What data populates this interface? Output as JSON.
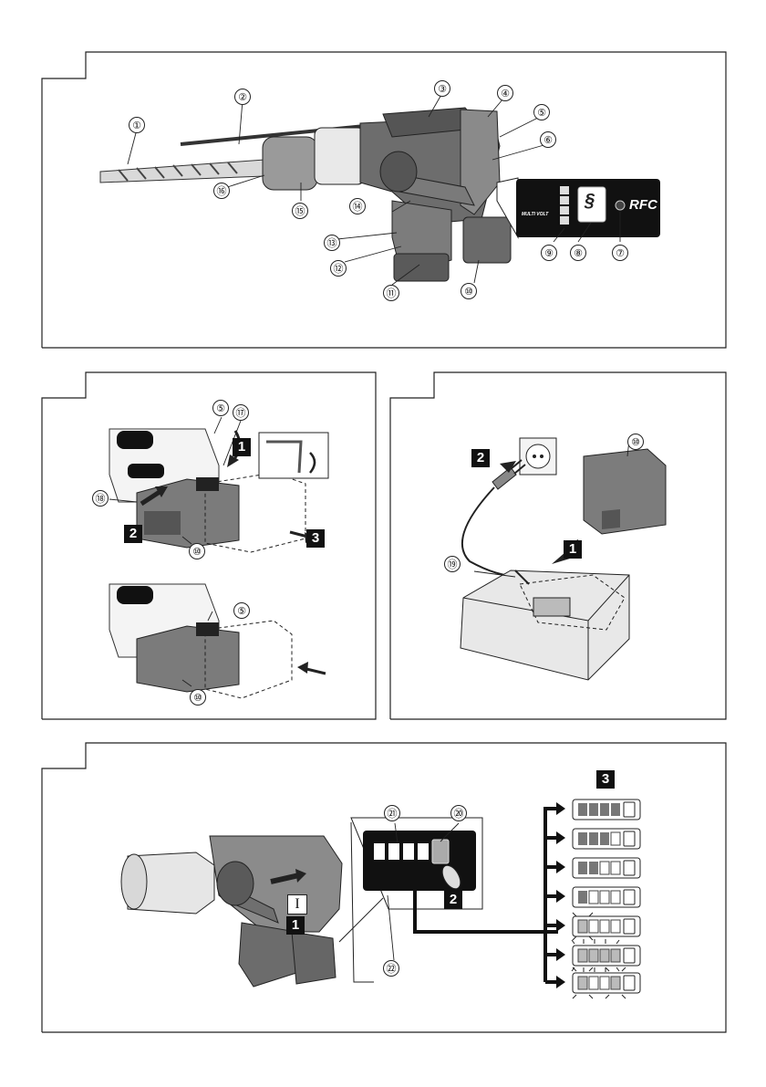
{
  "figure1": {
    "callouts": [
      "①",
      "②",
      "③",
      "④",
      "⑤",
      "⑥",
      "⑦",
      "⑧",
      "⑨",
      "⑩",
      "⑪",
      "⑫",
      "⑬",
      "⑭",
      "⑮",
      "⑯"
    ],
    "panel_label": "RFC",
    "logo_text": "MULTI VOLT"
  },
  "figure2": {
    "callouts": [
      "⑤",
      "⑰",
      "⑱",
      "⑩",
      "⑤",
      "⑩"
    ],
    "steps": [
      "1",
      "2",
      "3"
    ]
  },
  "figure3": {
    "callouts": [
      "⑩",
      "⑲"
    ],
    "steps": [
      "2",
      "1"
    ]
  },
  "figure4": {
    "callouts": [
      "㉑",
      "⑳",
      "㉒"
    ],
    "steps": [
      "2",
      "1",
      "3"
    ],
    "switch_label": "I"
  }
}
